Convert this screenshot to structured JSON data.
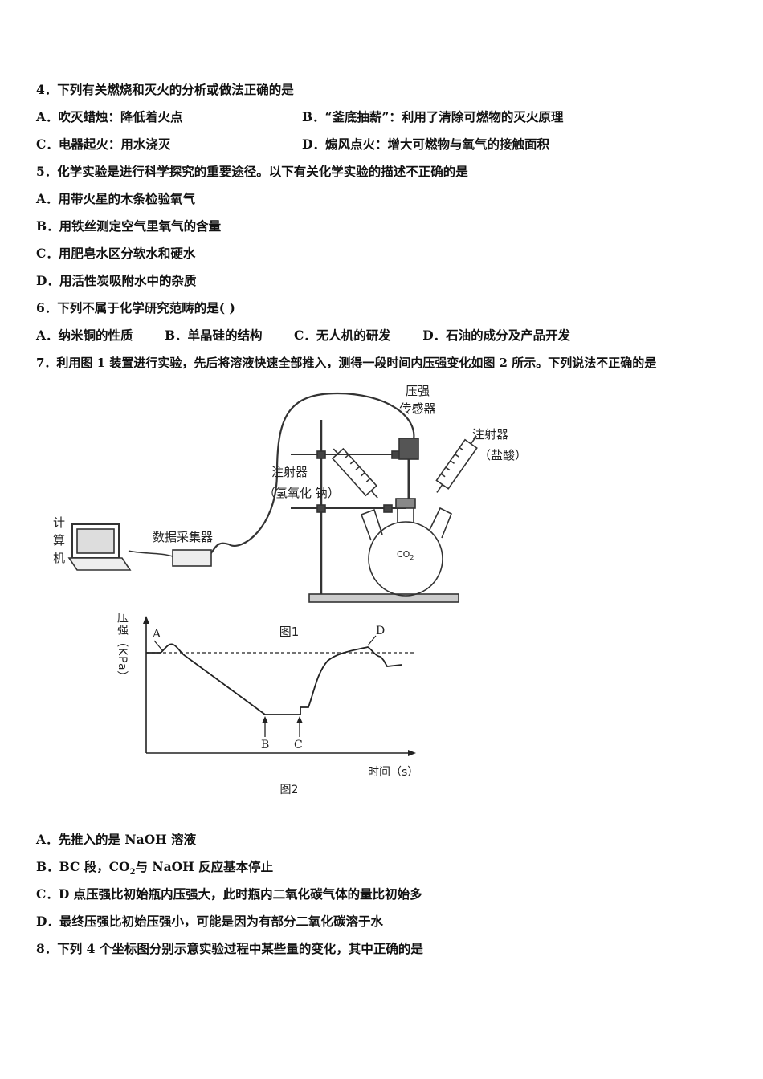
{
  "q4": {
    "stem": "4．下列有关燃烧和灭火的分析或做法正确的是",
    "a": "A．吹灭蜡烛：降低着火点",
    "b": "B．“釜底抽薪”：利用了清除可燃物的灭火原理",
    "c": "C．电器起火：用水浇灭",
    "d": "D．煽风点火：增大可燃物与氧气的接触面积"
  },
  "q5": {
    "stem": "5．化学实验是进行科学探究的重要途径。以下有关化学实验的描述不正确的是",
    "a": "A．用带火星的木条检验氧气",
    "b": "B．用铁丝测定空气里氧气的含量",
    "c": "C．用肥皂水区分软水和硬水",
    "d": "D．用活性炭吸附水中的杂质"
  },
  "q6": {
    "stem": "6．下列不属于化学研究范畴的是(    )",
    "a": "A．纳米铜的性质",
    "b": "B．单晶硅的结构",
    "c": "C．无人机的研发",
    "d": "D．石油的成分及产品开发"
  },
  "q7": {
    "stem": "7．利用图 1 装置进行实验，先后将溶液快速全部推入，测得一段时间内压强变化如图 2 所示。下列说法不正确的是",
    "fig1": {
      "sensor_1": "压强",
      "sensor_2": "传感器",
      "syringe_right_1": "注射器",
      "syringe_right_2": "（盐酸）",
      "syringe_left_1": "注射器",
      "syringe_left_2": "（氢氧化  钠）",
      "computer_1": "计",
      "computer_2": "算",
      "computer_3": "机",
      "collector": "数据采集器",
      "flask_gas": "CO",
      "flask_gas_sub": "2",
      "caption": "图1"
    },
    "fig2": {
      "ylabel": "压强（KPa）",
      "xlabel": "时间（s）",
      "point_a": "A",
      "point_b": "B",
      "point_c": "C",
      "point_d": "D",
      "caption": "图2"
    },
    "a": "A．先推入的是 NaOH 溶液",
    "b_pre": "B．BC 段，CO",
    "b_sub": "2",
    "b_post": "与 NaOH 反应基本停止",
    "c": "C．D 点压强比初始瓶内压强大，此时瓶内二氧化碳气体的量比初始多",
    "d": "D．最终压强比初始压强小，可能是因为有部分二氧化碳溶于水"
  },
  "q8": {
    "stem": "8．下列 4 个坐标图分别示意实验过程中某些量的变化，其中正确的是"
  }
}
